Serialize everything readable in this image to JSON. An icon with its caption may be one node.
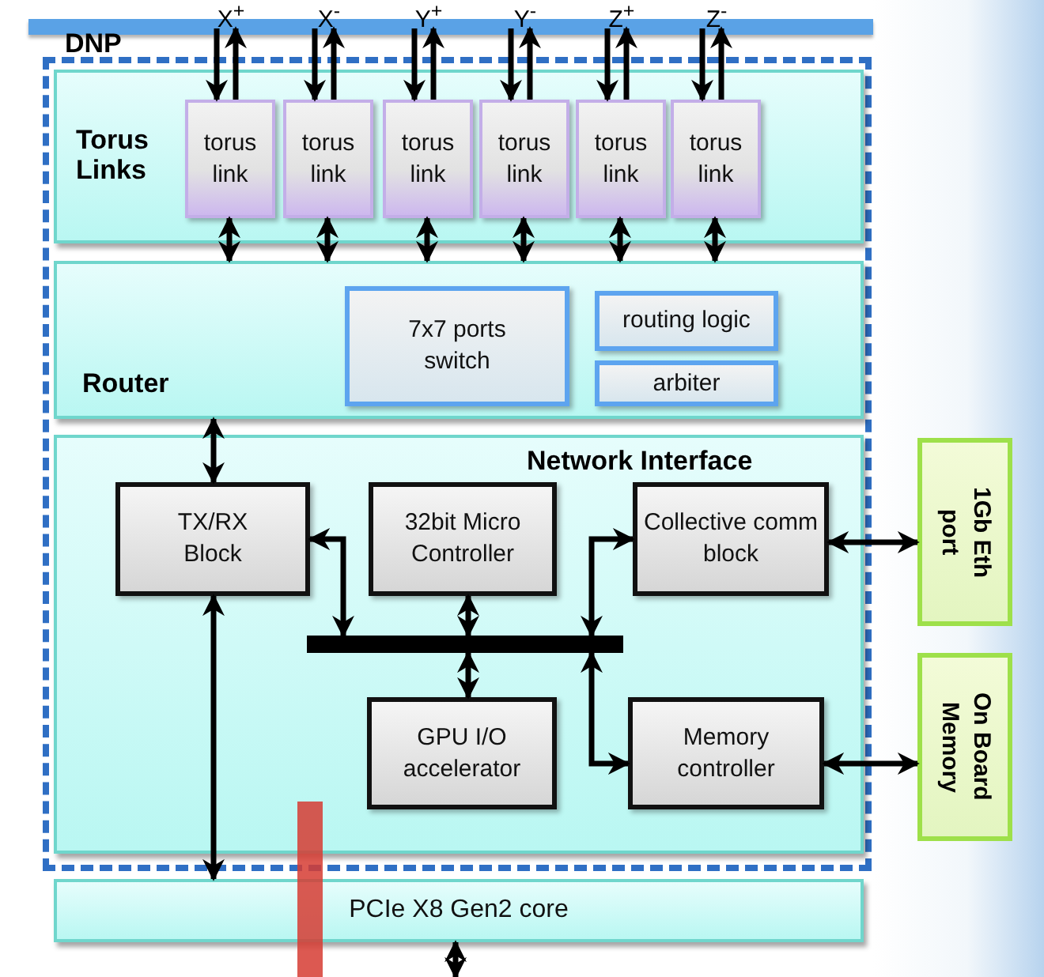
{
  "diagram": {
    "nodes": [
      {
        "text": [
          "DNP"
        ]
      },
      {
        "text": [
          "Torus Links"
        ],
        "in": 0
      },
      {
        "text": [
          "torus link"
        ],
        "in": 1
      },
      {
        "text": [
          "torus link"
        ],
        "in": 1
      },
      {
        "text": [
          "torus link"
        ],
        "in": 1
      },
      {
        "text": [
          "torus link"
        ],
        "in": 1
      },
      {
        "text": [
          "torus link"
        ],
        "in": 1
      },
      {
        "text": [
          "torus link"
        ],
        "in": 1
      },
      {
        "text": [
          "Router"
        ],
        "in": 0
      },
      {
        "text": [
          "7x7 ports switch"
        ],
        "in": 8
      },
      {
        "text": [
          "routing logic"
        ],
        "in": 8
      },
      {
        "text": [
          "arbiter"
        ],
        "in": 8
      },
      {
        "text": [
          "Network Interface"
        ],
        "in": 0
      },
      {
        "text": [
          "TX/RX Block"
        ],
        "in": 12
      },
      {
        "text": [
          "32bit Micro Controller"
        ],
        "in": 12
      },
      {
        "text": [
          "Collective comm block"
        ],
        "in": 12
      },
      {
        "text": [],
        "shape": "bar",
        "in": 12
      },
      {
        "text": [
          "GPU I/O accelerator"
        ],
        "in": 12
      },
      {
        "text": [
          "Memory controller"
        ],
        "in": 12
      },
      {
        "text": [
          "PCIe X8 Gen2 core"
        ]
      },
      {
        "text": [
          "1Gb Eth port"
        ]
      },
      {
        "text": [
          "On Board Memory"
        ]
      },
      {
        "text": [],
        "shape": "bar"
      },
      {
        "text": [
          "X$^{+}$"
        ]
      },
      {
        "text": [
          "X$^{-}$"
        ]
      },
      {
        "text": [
          "Y$^{+}$"
        ]
      },
      {
        "text": [
          "Y$^{-}$"
        ]
      },
      {
        "text": [
          "Z$^{+}$"
        ]
      },
      {
        "text": [
          "Z$^{-}$"
        ]
      }
    ],
    "edges": [
      {
        "from": 23,
        "to": 2,
        "arrow": "to"
      },
      {
        "from": 2,
        "to": 23,
        "arrow": "to"
      },
      {
        "from": 24,
        "to": 3,
        "arrow": "to"
      },
      {
        "from": 3,
        "to": 24,
        "arrow": "to"
      },
      {
        "from": 25,
        "to": 4,
        "arrow": "to"
      },
      {
        "from": 4,
        "to": 25,
        "arrow": "to"
      },
      {
        "from": 26,
        "to": 5,
        "arrow": "to"
      },
      {
        "from": 5,
        "to": 26,
        "arrow": "to"
      },
      {
        "from": 27,
        "to": 6,
        "arrow": "to"
      },
      {
        "from": 6,
        "to": 27,
        "arrow": "to"
      },
      {
        "from": 28,
        "to": 7,
        "arrow": "to"
      },
      {
        "from": 7,
        "to": 28,
        "arrow": "to"
      },
      {
        "from": 2,
        "to": 8,
        "arrow": "both"
      },
      {
        "from": 3,
        "to": 8,
        "arrow": "both"
      },
      {
        "from": 4,
        "to": 8,
        "arrow": "both"
      },
      {
        "from": 5,
        "to": 8,
        "arrow": "both"
      },
      {
        "from": 6,
        "to": 8,
        "arrow": "both"
      },
      {
        "from": 7,
        "to": 8,
        "arrow": "both"
      },
      {
        "from": 8,
        "to": 13,
        "arrow": "both"
      },
      {
        "from": 13,
        "to": 19,
        "arrow": "both"
      },
      {
        "from": 13,
        "to": 16,
        "arrow": "both"
      },
      {
        "from": 14,
        "to": 16,
        "arrow": "both"
      },
      {
        "from": 16,
        "to": 17,
        "arrow": "both"
      },
      {
        "from": 16,
        "to": 15,
        "arrow": "both"
      },
      {
        "from": 16,
        "to": 18,
        "arrow": "both"
      },
      {
        "from": 15,
        "to": 20,
        "arrow": "both"
      },
      {
        "from": 18,
        "to": 21,
        "arrow": "both"
      },
      {
        "from": 19,
        "to": null,
        "arrow": "both"
      }
    ]
  }
}
